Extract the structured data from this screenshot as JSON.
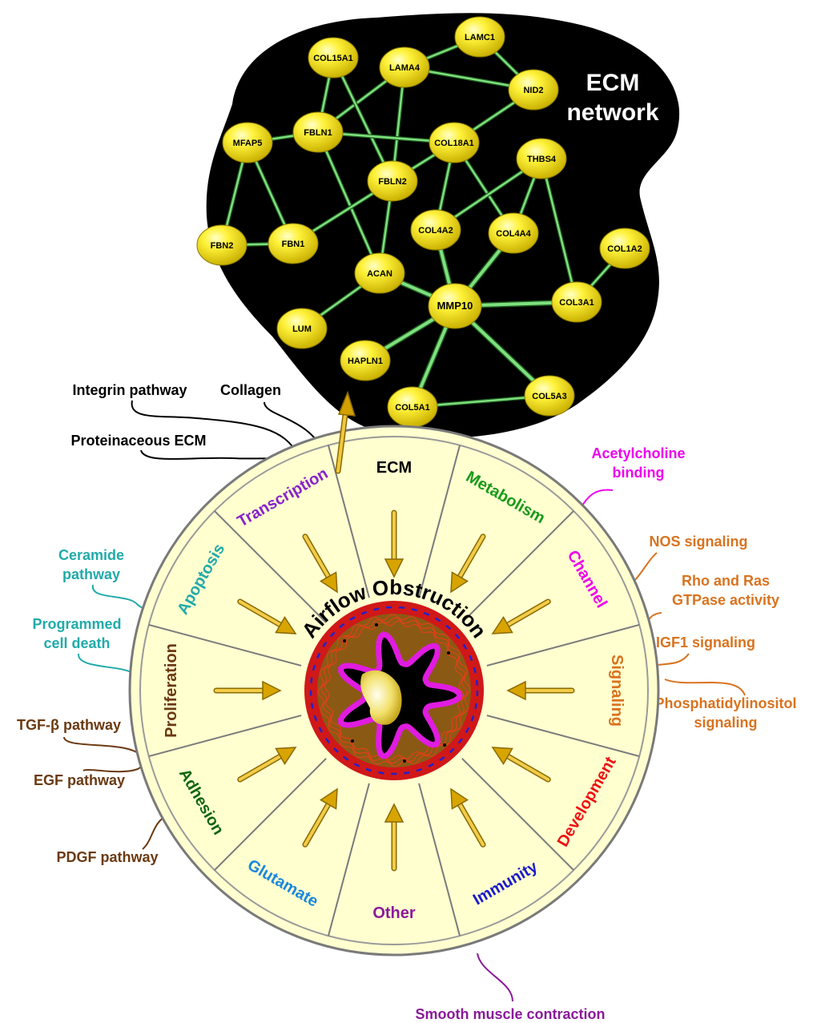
{
  "network": {
    "title_line1": "ECM",
    "title_line2": "network",
    "nodes": [
      {
        "id": "LAMC1",
        "label": "LAMC1"
      },
      {
        "id": "COL15A1",
        "label": "COL15A1"
      },
      {
        "id": "LAMA4",
        "label": "LAMA4"
      },
      {
        "id": "NID2",
        "label": "NID2"
      },
      {
        "id": "MFAP5",
        "label": "MFAP5"
      },
      {
        "id": "FBLN1",
        "label": "FBLN1"
      },
      {
        "id": "COL18A1",
        "label": "COL18A1"
      },
      {
        "id": "THBS4",
        "label": "THBS4"
      },
      {
        "id": "FBLN2",
        "label": "FBLN2"
      },
      {
        "id": "COL4A2",
        "label": "COL4A2"
      },
      {
        "id": "COL4A4",
        "label": "COL4A4"
      },
      {
        "id": "FBN2",
        "label": "FBN2"
      },
      {
        "id": "FBN1",
        "label": "FBN1"
      },
      {
        "id": "COL1A2",
        "label": "COL1A2"
      },
      {
        "id": "ACAN",
        "label": "ACAN"
      },
      {
        "id": "MMP10",
        "label": "MMP10"
      },
      {
        "id": "COL3A1",
        "label": "COL3A1"
      },
      {
        "id": "LUM",
        "label": "LUM"
      },
      {
        "id": "HAPLN1",
        "label": "HAPLN1"
      },
      {
        "id": "COL5A1",
        "label": "COL5A1"
      },
      {
        "id": "COL5A3",
        "label": "COL5A3"
      }
    ],
    "edges": [
      [
        "LAMC1",
        "LAMA4"
      ],
      [
        "LAMC1",
        "NID2"
      ],
      [
        "LAMA4",
        "NID2"
      ],
      [
        "LAMA4",
        "FBLN1"
      ],
      [
        "LAMA4",
        "FBLN2"
      ],
      [
        "COL15A1",
        "FBLN1"
      ],
      [
        "COL15A1",
        "FBLN2"
      ],
      [
        "NID2",
        "COL18A1"
      ],
      [
        "MFAP5",
        "FBLN1"
      ],
      [
        "MFAP5",
        "FBN2"
      ],
      [
        "MFAP5",
        "FBN1"
      ],
      [
        "FBLN1",
        "COL18A1"
      ],
      [
        "FBLN1",
        "ACAN"
      ],
      [
        "FBN2",
        "FBN1"
      ],
      [
        "FBN1",
        "FBLN2"
      ],
      [
        "FBLN2",
        "COL18A1"
      ],
      [
        "FBLN2",
        "ACAN"
      ],
      [
        "COL18A1",
        "COL4A2"
      ],
      [
        "COL18A1",
        "COL4A4"
      ],
      [
        "THBS4",
        "COL4A2"
      ],
      [
        "THBS4",
        "COL4A4"
      ],
      [
        "THBS4",
        "COL3A1"
      ],
      [
        "COL4A2",
        "MMP10"
      ],
      [
        "COL4A4",
        "MMP10"
      ],
      [
        "COL1A2",
        "COL3A1"
      ],
      [
        "ACAN",
        "MMP10"
      ],
      [
        "ACAN",
        "LUM"
      ],
      [
        "MMP10",
        "COL3A1"
      ],
      [
        "MMP10",
        "HAPLN1"
      ],
      [
        "MMP10",
        "COL5A1"
      ],
      [
        "MMP10",
        "COL5A3"
      ],
      [
        "COL5A1",
        "COL5A3"
      ]
    ]
  },
  "wheel": {
    "center_label": "Airflow Obstruction",
    "segments": [
      {
        "label": "ECM",
        "color": "#000000"
      },
      {
        "label": "Metabolism",
        "color": "#1a9a1a"
      },
      {
        "label": "Channel",
        "color": "#ee00ee"
      },
      {
        "label": "Signaling",
        "color": "#d9731f"
      },
      {
        "label": "Development",
        "color": "#ee1111"
      },
      {
        "label": "Immunity",
        "color": "#1a1acc"
      },
      {
        "label": "Other",
        "color": "#8a1a9a"
      },
      {
        "label": "Glutamate",
        "color": "#1a88dd"
      },
      {
        "label": "Adhesion",
        "color": "#116611"
      },
      {
        "label": "Proliferation",
        "color": "#6b3a12"
      },
      {
        "label": "Apoptosis",
        "color": "#22aaaa"
      },
      {
        "label": "Transcription",
        "color": "#8822cc"
      }
    ]
  },
  "annotations": [
    {
      "lines": [
        "Integrin pathway"
      ],
      "color": "#000000"
    },
    {
      "lines": [
        "Collagen"
      ],
      "color": "#000000"
    },
    {
      "lines": [
        "Proteinaceous ECM"
      ],
      "color": "#000000"
    },
    {
      "lines": [
        "Acetylcholine",
        "binding"
      ],
      "color": "#ee00ee"
    },
    {
      "lines": [
        "Ceramide",
        "pathway"
      ],
      "color": "#22aaaa"
    },
    {
      "lines": [
        "NOS signaling"
      ],
      "color": "#d9731f"
    },
    {
      "lines": [
        "Rho and Ras",
        "GTPase activity"
      ],
      "color": "#d9731f"
    },
    {
      "lines": [
        "Programmed",
        "cell death"
      ],
      "color": "#22aaaa"
    },
    {
      "lines": [
        "IGF1 signaling"
      ],
      "color": "#d9731f"
    },
    {
      "lines": [
        "Phosphatidylinositol",
        "signaling"
      ],
      "color": "#d9731f"
    },
    {
      "lines": [
        "TGF-β pathway"
      ],
      "color": "#6b3a12"
    },
    {
      "lines": [
        "EGF pathway"
      ],
      "color": "#6b3a12"
    },
    {
      "lines": [
        "PDGF pathway"
      ],
      "color": "#6b3a12"
    },
    {
      "lines": [
        "Smooth muscle contraction"
      ],
      "color": "#8a1a9a"
    }
  ]
}
